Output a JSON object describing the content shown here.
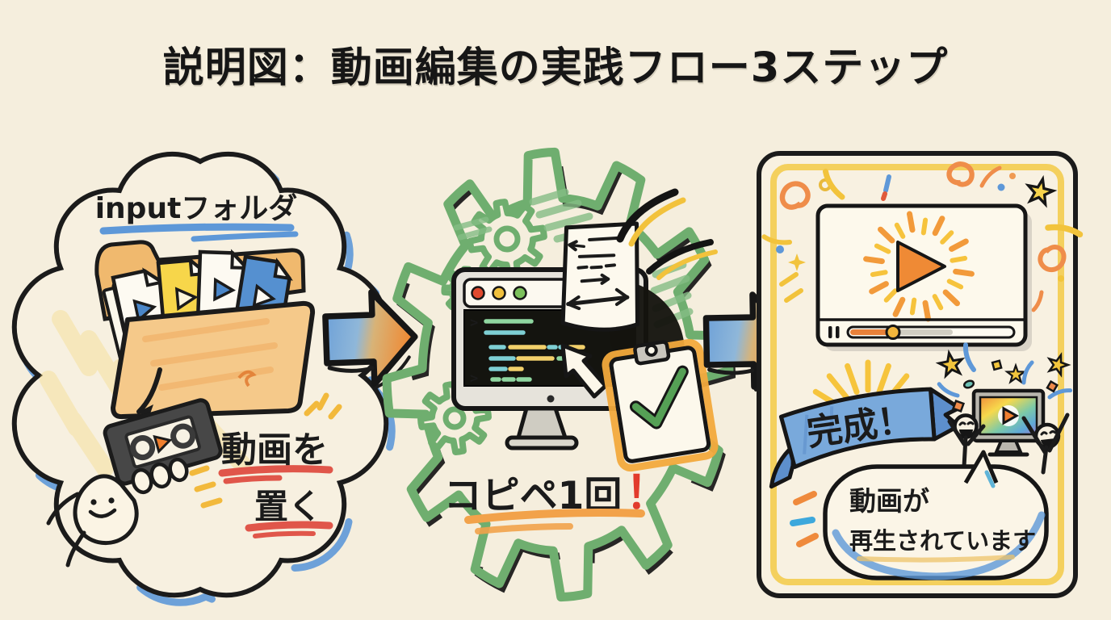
{
  "title": "説明図：動画編集の実践フロー3ステップ",
  "steps": {
    "step1": {
      "label": "inputフォルダ",
      "caption_line1": "動画を",
      "caption_line2": "置く"
    },
    "step2": {
      "caption": "コピペ1回",
      "exclamation": "！"
    },
    "step3": {
      "banner": "完成！",
      "bubble_line1": "動画が",
      "bubble_line2": "再生されています",
      "player": {
        "progress_ratio": 0.27
      }
    }
  },
  "palette": {
    "background": "#f5eedd",
    "ink": "#1b1b1b",
    "blue": "#5e98d8",
    "green": "#6fae6f",
    "yellow": "#f2c33c",
    "orange": "#ef8a35",
    "red": "#e0564a",
    "folder_tan": "#f5c98a",
    "screen_dark": "#14140f",
    "ribbon_blue": "#79a9db",
    "panel_cream": "#f8f1e1"
  },
  "icons": {
    "cloud-bubble": "scalloped-cloud-outline",
    "folder-icon": "open-folder-with-files",
    "video-file-icon": "file-with-play-triangle",
    "cassette-icon": "video-cassette-with-play",
    "hand-icon": "smiley-hand-holding-cassette",
    "gear-icon": "cog-outline",
    "monitor-icon": "desktop-terminal-with-code",
    "paper-note-icon": "code-snippet-sheet",
    "cursor-arrow-icon": "white-block-arrow",
    "clipboard-icon": "clipboard-with-green-checkmark",
    "arrow-right-icon": "blue-to-orange-block-arrow",
    "play-button-icon": "orange-play-triangle-sunburst",
    "ribbon-banner": "blue-ribbon",
    "person-icon": "celebrating-stick-figure",
    "tv-icon": "rainbow-screen-monitor",
    "speech-bubble": "rounded-speech-balloon",
    "star-confetti": "five-point-star"
  }
}
